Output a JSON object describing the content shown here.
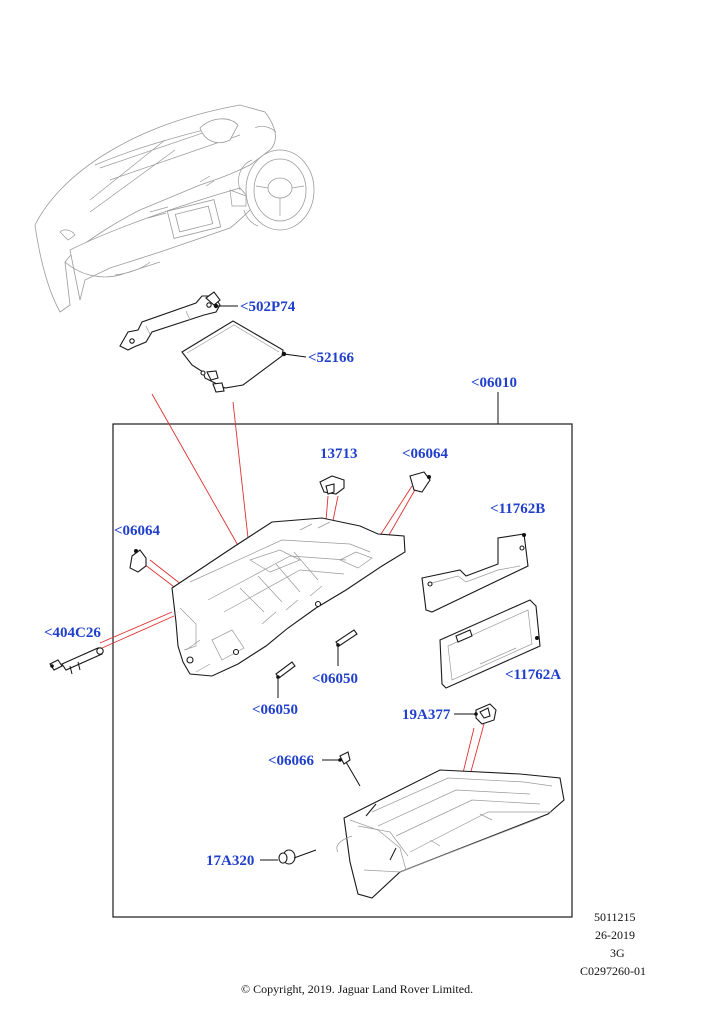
{
  "callouts": {
    "c502P74": "<502P74",
    "c52166": "<52166",
    "c06010": "<06010",
    "c13713": "13713",
    "c06064_top": "<06064",
    "c11762B": "<11762B",
    "c06064_left": "<06064",
    "c404C26": "<404C26",
    "c11762A": "<11762A",
    "c06050_right": "<06050",
    "c06050_left": "<06050",
    "c19A377": "19A377",
    "c06066": "<06066",
    "c17A320": "17A320"
  },
  "reference": {
    "line1": "5011215",
    "line2": "26-2019",
    "line3": "3G",
    "line4": "C0297260-01"
  },
  "copyright": "© Copyright, 2019. Jaguar Land Rover Limited.",
  "colors": {
    "callout": "#1f3fcc",
    "leader_red": "#e03030",
    "outline": "#1a1a1a"
  }
}
